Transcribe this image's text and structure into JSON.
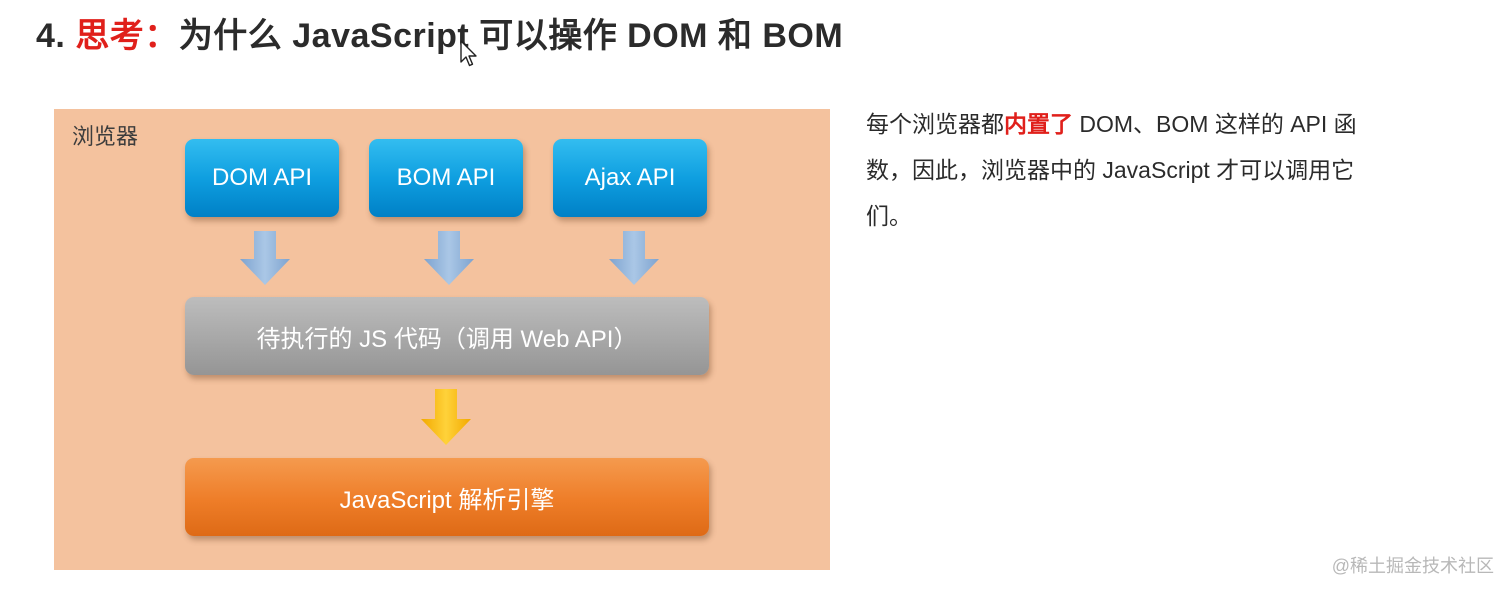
{
  "heading": {
    "number": "4.",
    "highlight": "思考：",
    "rest": "为什么 JavaScript 可以操作 DOM 和 BOM"
  },
  "diagram": {
    "container_label": "浏览器",
    "api_boxes": [
      {
        "label": "DOM API"
      },
      {
        "label": "BOM API"
      },
      {
        "label": "Ajax API"
      }
    ],
    "js_code_box": "待执行的 JS 代码（调用 Web API）",
    "engine_box": "JavaScript 解析引擎"
  },
  "description": {
    "before": "每个浏览器都",
    "highlight": "内置了",
    "after": " DOM、BOM 这样的 API 函数，因此，浏览器中的 JavaScript 才可以调用它们。"
  },
  "watermark": "@稀土掘金技术社区",
  "colors": {
    "accent": "#e0201b",
    "diagram_background": "#f4c29e",
    "api_box": "#0f9fe0",
    "js_code_box": "#a7a7a7",
    "engine_box": "#ee7d28",
    "blue_arrow": "#8fb1d6",
    "yellow_arrow": "#f6b800"
  },
  "icons": {
    "cursor": "mouse-pointer-icon",
    "api_arrow": "down-arrow-icon",
    "engine_arrow": "down-arrow-icon"
  }
}
